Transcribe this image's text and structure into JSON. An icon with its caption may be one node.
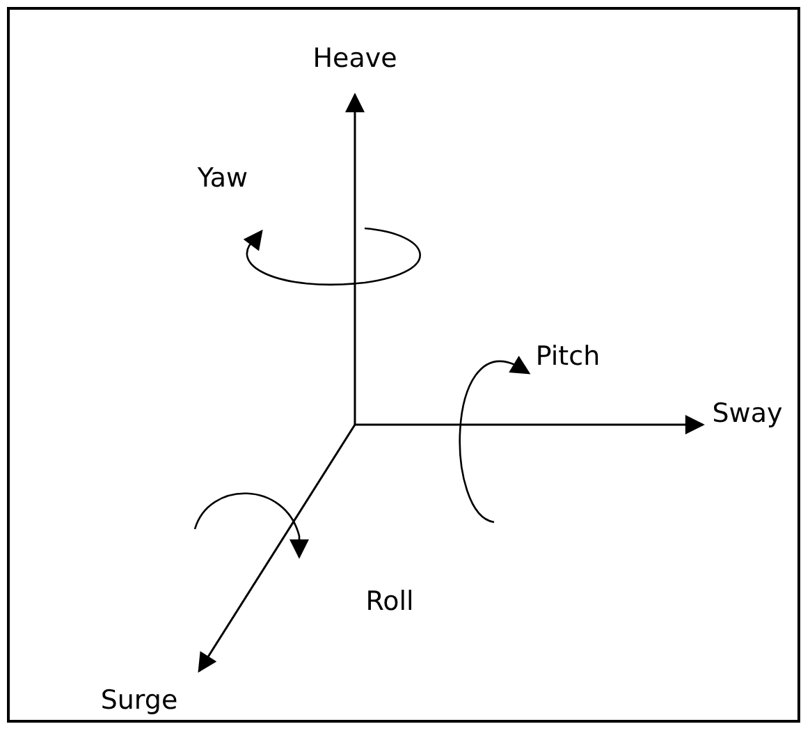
{
  "diagram": {
    "labels": [
      "Heave",
      "Yaw",
      "Pitch",
      "Sway",
      "Roll",
      "Surge"
    ]
  }
}
